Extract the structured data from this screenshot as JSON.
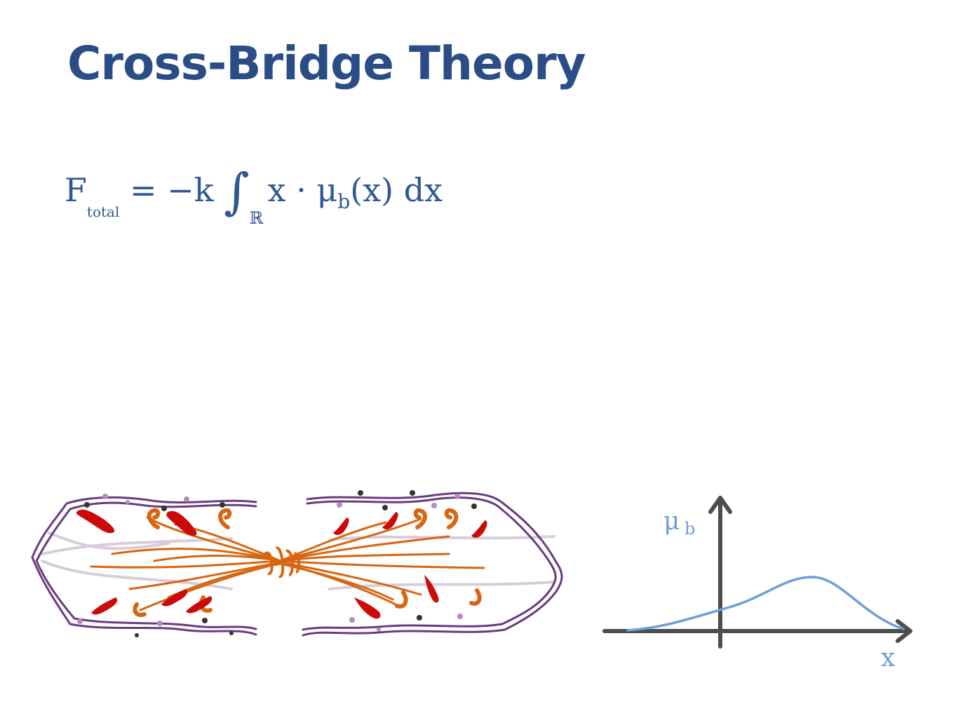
{
  "title": "Cross-Bridge Theory",
  "equation": {
    "lhs": "F",
    "lhs_sub": "total",
    "equals": " = −k ",
    "integral": "∫",
    "domain": "ℝ",
    "integrand_x": "x · μ",
    "integrand_sub": "b",
    "integrand_rest": "(x) dx"
  },
  "graph": {
    "y_label": "μ",
    "y_label_sub": "b",
    "x_label": "x",
    "axis_color": "#4d4d4d",
    "curve_color": "#6d9fd6"
  },
  "sarcomere": {
    "filament_color": "#6a3b7e",
    "myosin_color": "#d8650f",
    "head_red": "#cc0a0a",
    "background_filament_color": "#d8ccdc"
  }
}
